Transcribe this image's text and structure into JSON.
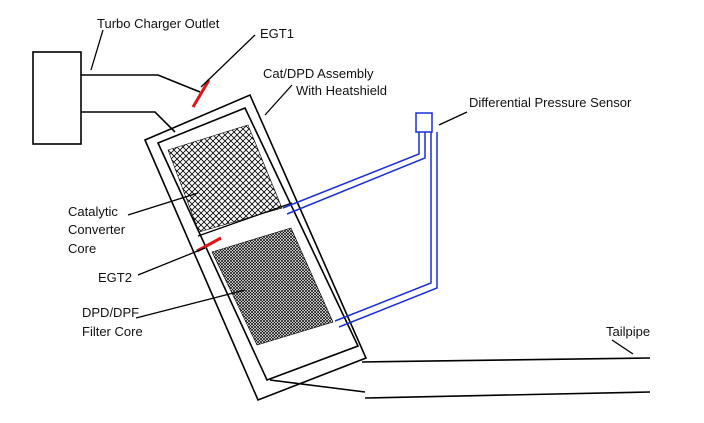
{
  "labels": {
    "turbo_outlet": "Turbo Charger Outlet",
    "egt1": "EGT1",
    "assembly_line1": "Cat/DPD Assembly",
    "assembly_line2": "With Heatshield",
    "dp_sensor": "Differential Pressure Sensor",
    "cat_line1": "Catalytic",
    "cat_line2": "Converter",
    "cat_line3": "Core",
    "egt2": "EGT2",
    "dpf_line1": "DPD/DPF",
    "dpf_line2": "Filter Core",
    "tailpipe": "Tailpipe"
  },
  "colors": {
    "outline": "#000000",
    "pressure_line": "#1a2fd6",
    "sensor_probe": "#e01414"
  }
}
